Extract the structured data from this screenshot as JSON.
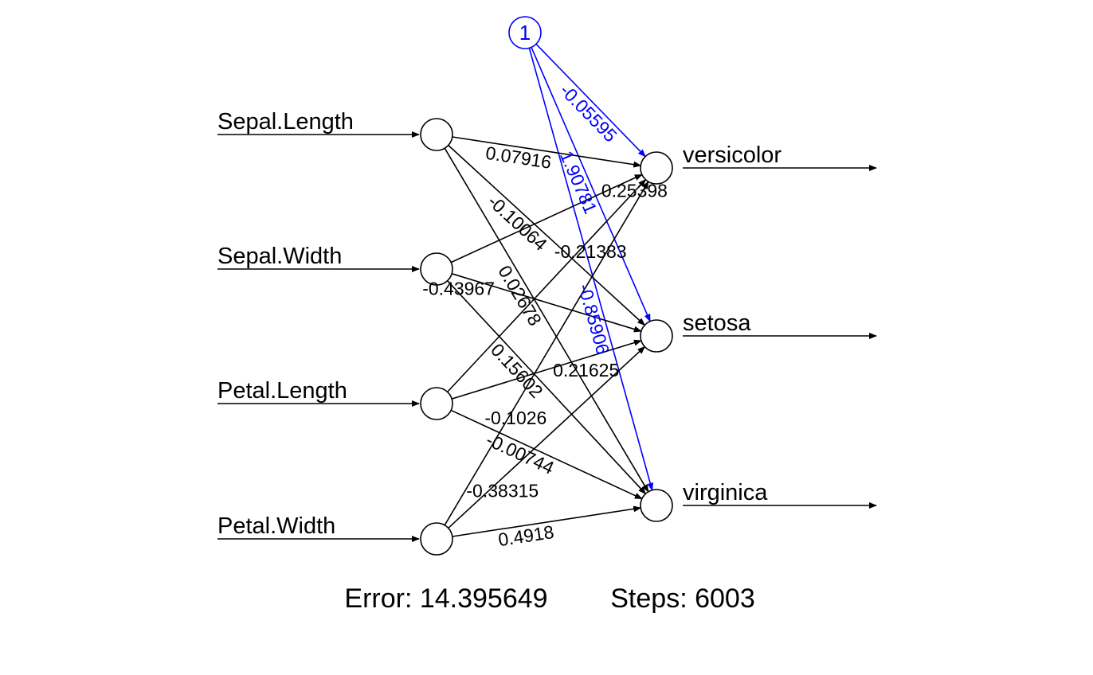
{
  "network": {
    "inputs": [
      "Sepal.Length",
      "Sepal.Width",
      "Petal.Length",
      "Petal.Width"
    ],
    "outputs": [
      "versicolor",
      "setosa",
      "virginica"
    ],
    "bias_label": "1",
    "weights": [
      [
        "0.07916",
        "-0.10064",
        "0.02678"
      ],
      [
        "0.25398",
        "-0.43967",
        "0.15602"
      ],
      [
        "-0.21383",
        "0.21625",
        "-0.00744"
      ],
      [
        "-0.1026",
        "-0.38315",
        "0.4918"
      ]
    ],
    "bias_weights": [
      "-0.05595",
      "1.90781",
      "-0.85906"
    ],
    "colors": {
      "main": "#000000",
      "bias": "#0000ff"
    }
  },
  "footer": {
    "error_label": "Error: 14.395649",
    "steps_label": "Steps: 6003"
  }
}
